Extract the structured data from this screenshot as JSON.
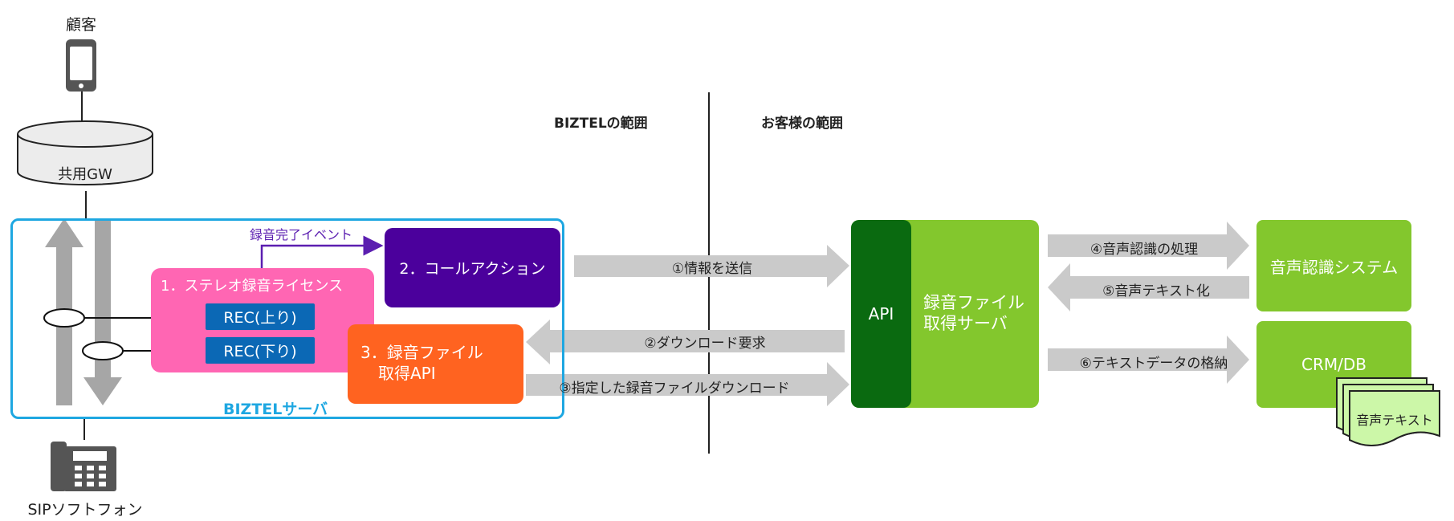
{
  "customer_label": "顧客",
  "gateway_label": "共用GW",
  "sip_phone_label": "SIPソフトフォン",
  "biztel_server_label": "BIZTELサーバ",
  "biztel_scope_label": "BIZTELの範囲",
  "customer_scope_label": "お客様の範囲",
  "event_label": "録音完了イベント",
  "stereo_license_label": "1．ステレオ録音ライセンス",
  "rec_up_label": "REC(上り)",
  "rec_down_label": "REC(下り)",
  "call_action_label": "2．コールアクション",
  "recording_api_label_line1": "3．録音ファイル",
  "recording_api_label_line2": "取得API",
  "api_label": "API",
  "recording_server_line1": "録音ファイル",
  "recording_server_line2": "取得サーバ",
  "speech_system_label": "音声認識システム",
  "crm_label": "CRM/DB",
  "speech_text_doc_label": "音声テキスト",
  "flows": [
    "①情報を送信",
    "②ダウンロード要求",
    "③指定した録音ファイルダウンロード",
    "④音声認識の処理",
    "⑤音声テキスト化",
    "⑥テキストデータの格納"
  ],
  "colors": {
    "biztel_blue": "#1ea7e1",
    "license_pink": "#ff66b3",
    "rec_blue": "#0b68b5",
    "call_action_purple": "#4b009c",
    "api_orange": "#ff6320",
    "api_dark_green": "#0a6a10",
    "server_green": "#83c72d",
    "doc_green": "#ccf7a8",
    "arrow_gray": "#cacaca",
    "event_purple": "#5b1eb0"
  }
}
